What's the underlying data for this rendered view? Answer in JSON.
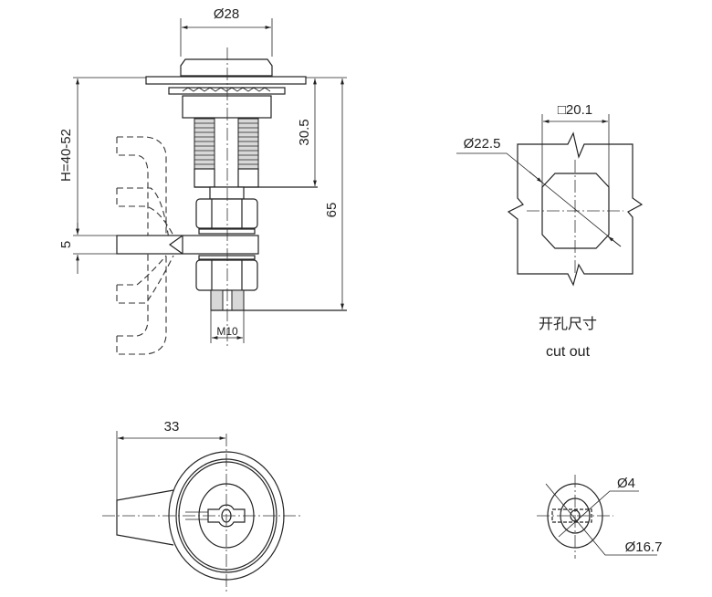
{
  "drawing": {
    "side_view": {
      "dim_bezel_diameter": "Ø28",
      "dim_grip_range": "H=40-52",
      "dim_cam_thickness": "5",
      "dim_body_length": "30.5",
      "dim_overall_length": "65",
      "dim_thread": "M10"
    },
    "cutout": {
      "dim_square": "□20.1",
      "dim_diameter": "Ø22.5",
      "label_cn": "开孔尺寸",
      "label_en": "cut out"
    },
    "front_view": {
      "dim_cam_length": "33"
    },
    "detail_view": {
      "dim_hole": "Ø4",
      "dim_outer": "Ø16.7"
    }
  }
}
